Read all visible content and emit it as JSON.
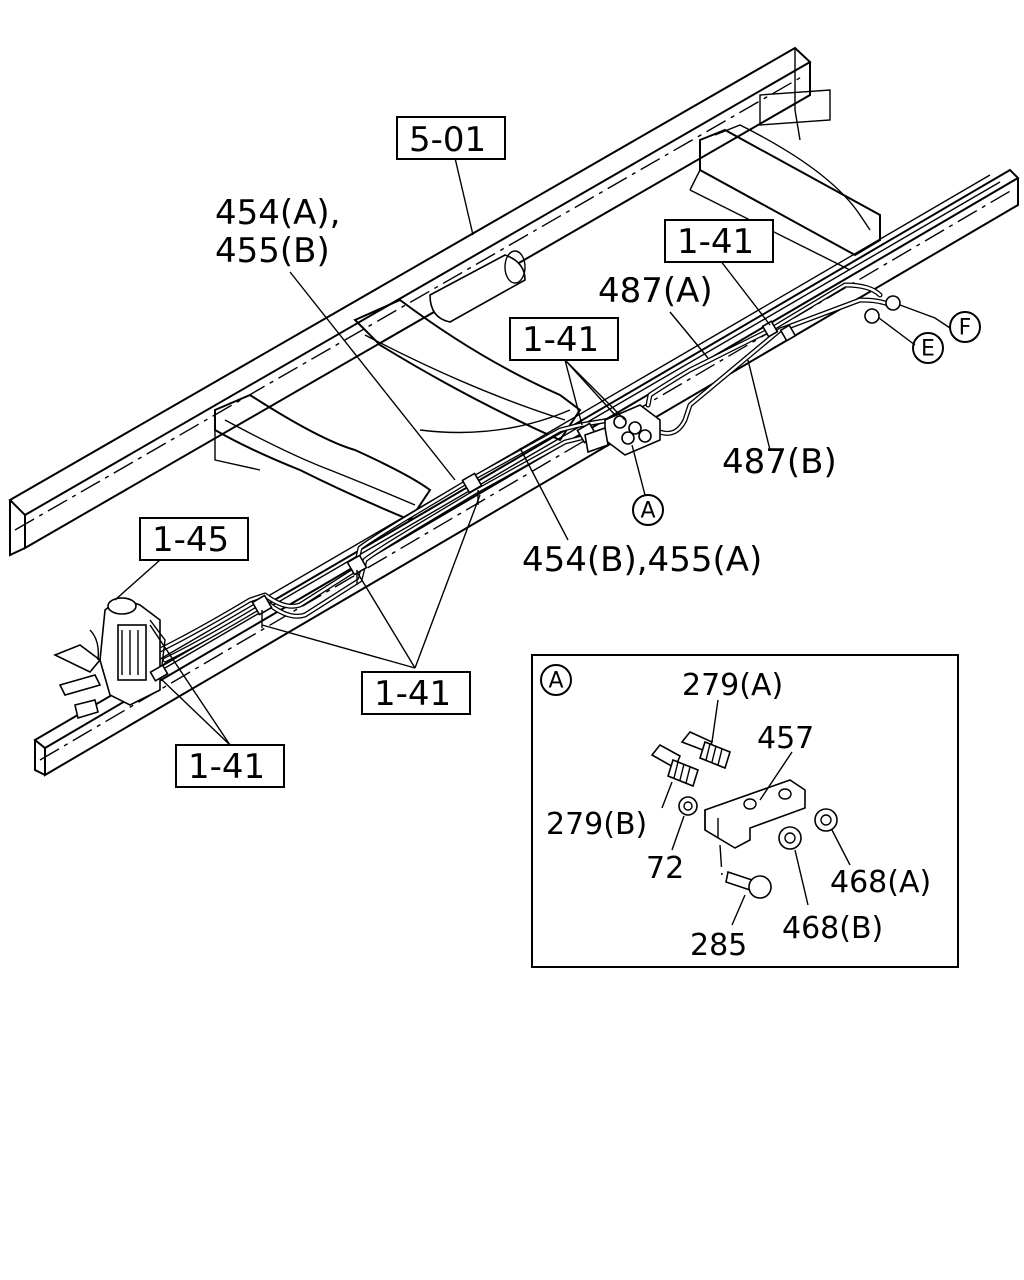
{
  "ref_boxes": {
    "frame": "5-01",
    "pipe_clip_top": "1-41",
    "pipe_clip_center": "1-41",
    "brake_valve": "1-45",
    "pipe_clip_lower_mid": "1-41",
    "pipe_clip_lower_left": "1-41"
  },
  "part_labels": {
    "p454a": "454(A),",
    "p455b": "455(B)",
    "p487a": "487(A)",
    "p487b": "487(B)",
    "p454b_455a": "454(B),455(A)"
  },
  "circle_refs": {
    "a": "A",
    "e": "E",
    "f": "F"
  },
  "detail": {
    "marker": "A",
    "p279a": "279(A)",
    "p279b": "279(B)",
    "p457": "457",
    "p72": "72",
    "p285": "285",
    "p468a": "468(A)",
    "p468b": "468(B)"
  }
}
